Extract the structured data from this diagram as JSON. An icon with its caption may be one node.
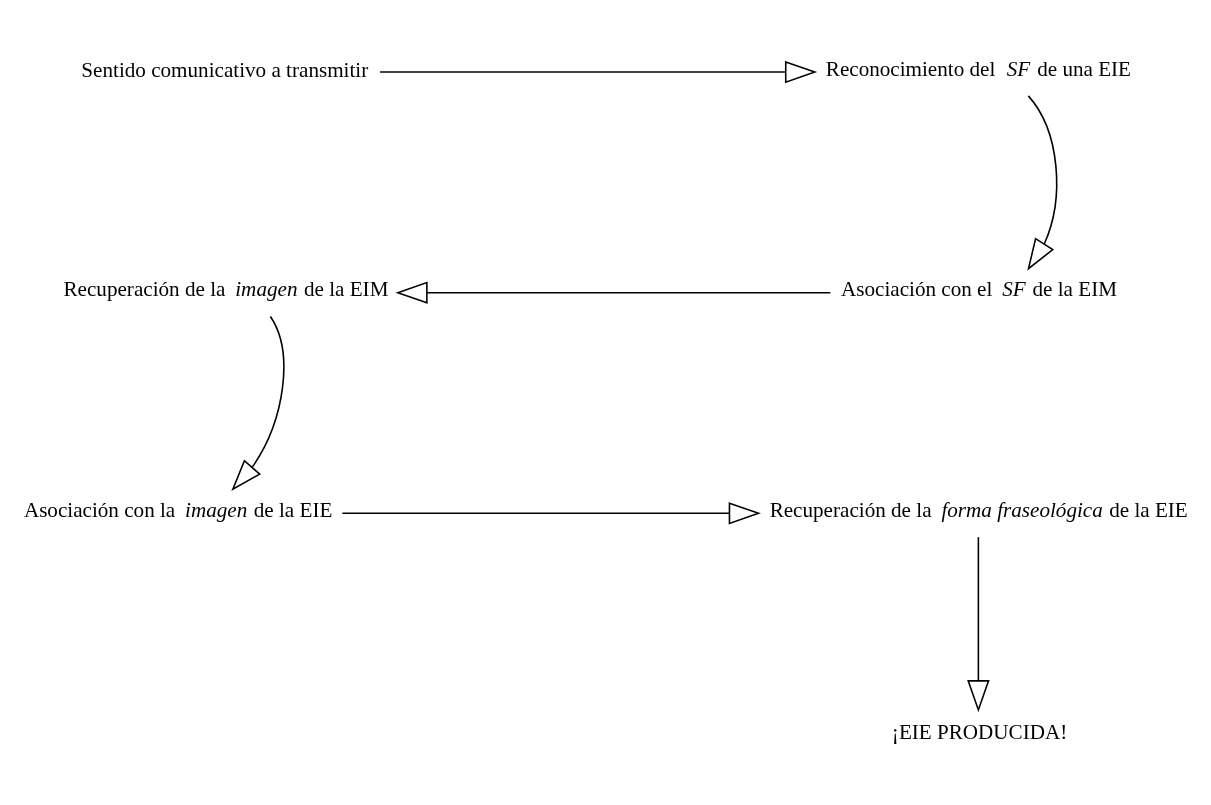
{
  "diagram": {
    "nodes": [
      {
        "text": [
          "Sentido comunicativo a transmitir"
        ]
      },
      {
        "text": [
          "Reconocimiento del *SF* de una EIE"
        ]
      },
      {
        "text": [
          "Asociación con el *SF* de la EIM"
        ]
      },
      {
        "text": [
          "Recuperación de la *imagen* de la EIM"
        ]
      },
      {
        "text": [
          "Asociación con la *imagen* de la EIE"
        ]
      },
      {
        "text": [
          "Recuperación de la *forma fraseológica* de la EIE"
        ]
      },
      {
        "text": [
          "¡EIE PRODUCIDA!"
        ]
      }
    ],
    "edges": [
      {
        "from": 0,
        "to": 1,
        "arrow": "to"
      },
      {
        "from": 1,
        "to": 2,
        "arrow": "to"
      },
      {
        "from": 2,
        "to": 3,
        "arrow": "to"
      },
      {
        "from": 3,
        "to": 4,
        "arrow": "to"
      },
      {
        "from": 4,
        "to": 5,
        "arrow": "to"
      },
      {
        "from": 5,
        "to": 6,
        "arrow": "to"
      }
    ]
  }
}
